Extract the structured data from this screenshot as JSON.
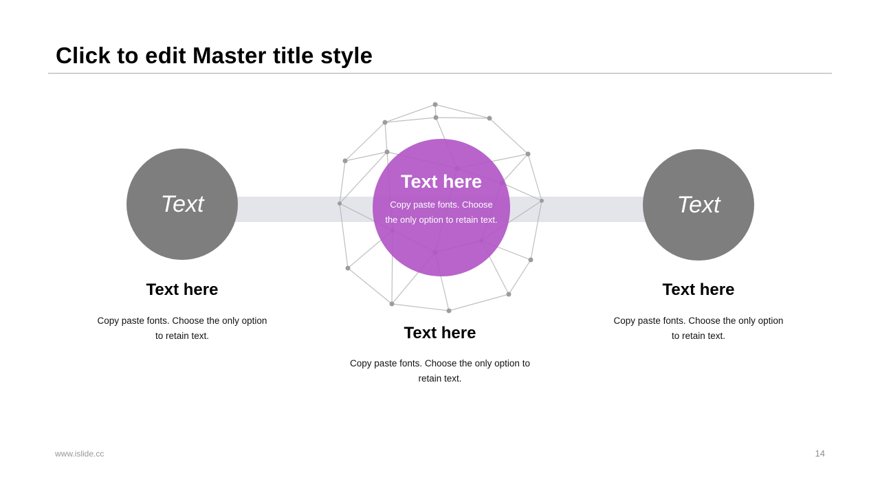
{
  "title": "Click to edit Master title style",
  "footer": {
    "url": "www.islide.cc",
    "page_number": "14"
  },
  "colors": {
    "accent_purple": "#b864cb",
    "circle_gray": "#7e7e7e",
    "band_gray": "#e4e5ea",
    "mesh_gray": "#b3b3b6",
    "rule_gray": "#a9a9a9"
  },
  "steps": [
    {
      "circle_label": "Text",
      "heading": "Text here",
      "body": "Copy paste fonts. Choose the only option to retain text."
    },
    {
      "circle_heading": "Text here",
      "circle_body": "Copy paste fonts. Choose the only option to retain text.",
      "heading": "Text here",
      "body": "Copy paste fonts. Choose the only option to retain text."
    },
    {
      "circle_label": "Text",
      "heading": "Text here",
      "body": "Copy paste fonts. Choose the only option to retain text."
    }
  ]
}
